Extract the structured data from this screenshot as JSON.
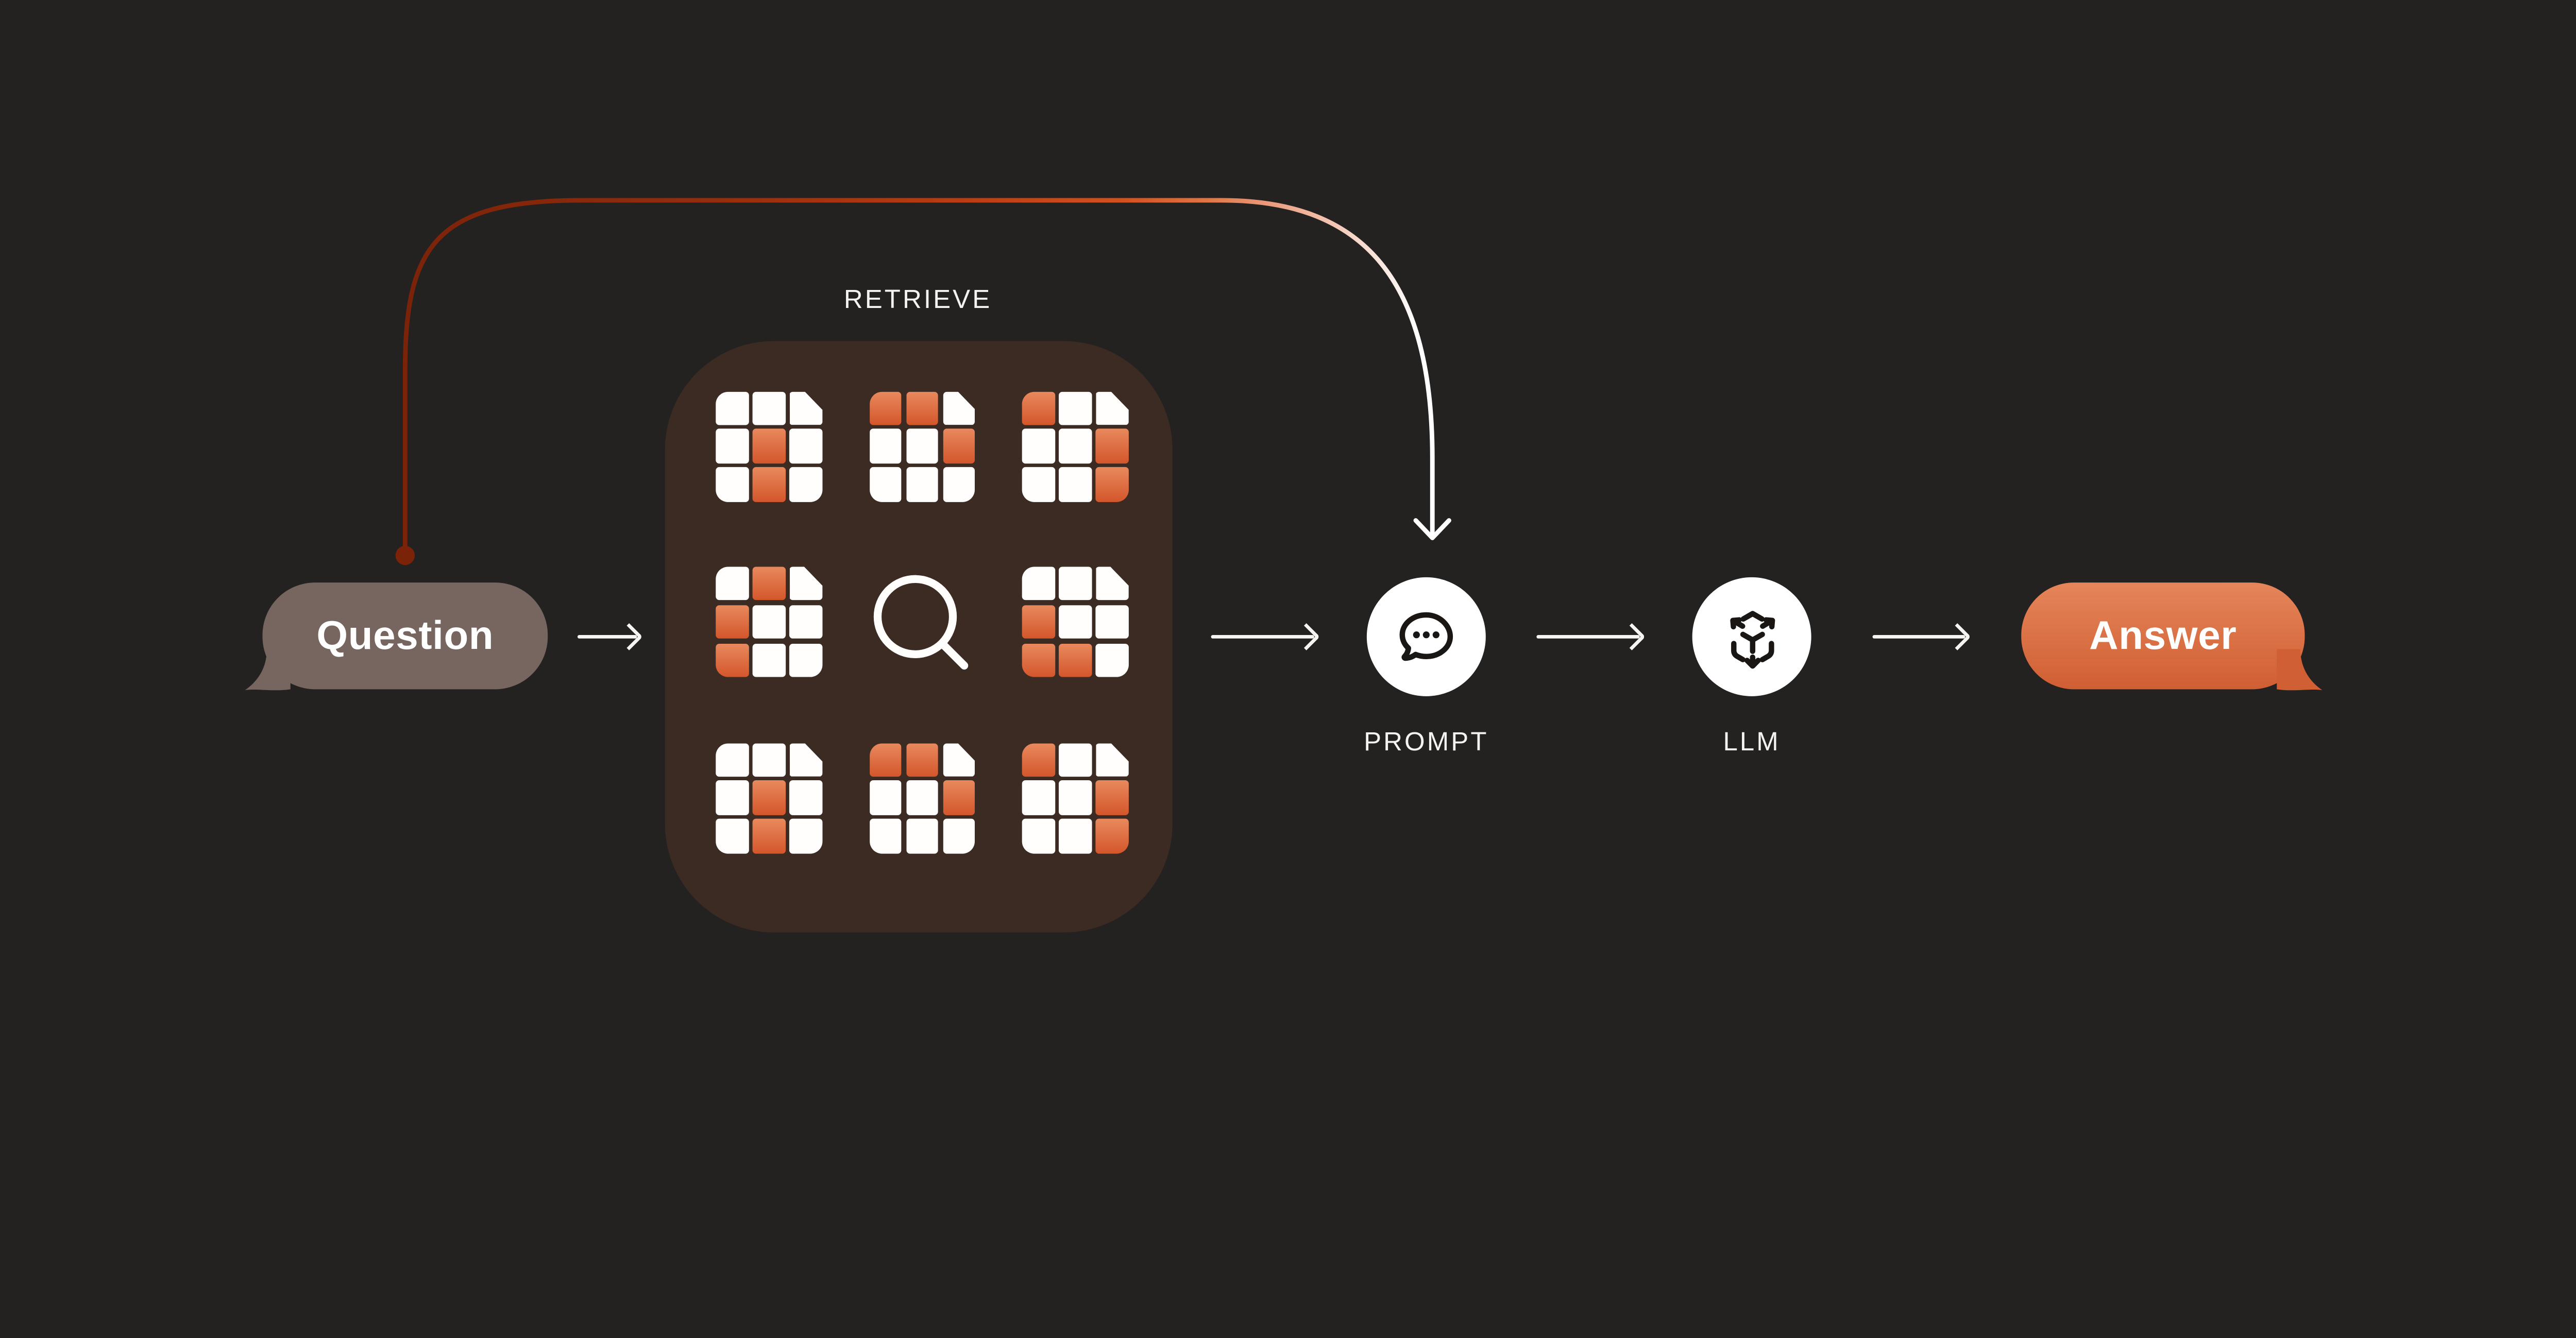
{
  "title": "RAG pipeline diagram",
  "colors": {
    "background": "#242221",
    "panel": "#3B2B23",
    "question_bubble": "#77655F",
    "answer_top": "#E5855A",
    "answer_bottom": "#D05F33",
    "doc_white": "#FFFEFC",
    "doc_orange_top": "#E8895D",
    "doc_orange_bottom": "#D4562B",
    "arrow": "#F7F5F2",
    "label": "#F5F2EF",
    "icon_dark": "#1A1613",
    "bypass_start": "#7A2309"
  },
  "nodes": {
    "question": {
      "label": "Question",
      "shape": "speech-bubble-left-tail"
    },
    "retrieve": {
      "label": "RETRIEVE",
      "center_icon": "magnifier-icon",
      "documents": [
        {
          "cells": [
            "w",
            "w",
            "w",
            "w",
            "o",
            "w",
            "w",
            "o",
            "w"
          ]
        },
        {
          "cells": [
            "o",
            "o",
            "w",
            "w",
            "w",
            "o",
            "w",
            "w",
            "w"
          ]
        },
        {
          "cells": [
            "o",
            "w",
            "w",
            "w",
            "w",
            "o",
            "w",
            "w",
            "o"
          ]
        },
        {
          "cells": [
            "w",
            "o",
            "w",
            "o",
            "w",
            "w",
            "o",
            "w",
            "w"
          ]
        },
        {
          "cells": [
            "w",
            "w",
            "w",
            "o",
            "w",
            "w",
            "o",
            "o",
            "w"
          ]
        },
        {
          "cells": [
            "w",
            "w",
            "w",
            "w",
            "o",
            "w",
            "w",
            "o",
            "w"
          ]
        },
        {
          "cells": [
            "o",
            "o",
            "w",
            "w",
            "w",
            "o",
            "w",
            "w",
            "w"
          ]
        },
        {
          "cells": [
            "o",
            "w",
            "w",
            "w",
            "w",
            "o",
            "w",
            "w",
            "o"
          ]
        }
      ]
    },
    "prompt": {
      "label": "PROMPT",
      "icon": "chat-bubble-icon"
    },
    "llm": {
      "label": "LLM",
      "icon": "cube-transparent-icon"
    },
    "answer": {
      "label": "Answer",
      "shape": "speech-bubble-right-tail"
    }
  },
  "connections": {
    "flow": [
      "question",
      "retrieve",
      "prompt",
      "llm",
      "answer"
    ],
    "bypass": {
      "from": "question",
      "to": "prompt",
      "style": "gradient-curve-with-dot-and-arrowhead"
    },
    "bypass_gradient": {
      "stops": [
        "#7A2309",
        "#962C0C",
        "#BC3D12",
        "#D4511F",
        "#E07544",
        "#ECA285",
        "#F6D3C4",
        "#FFFFFF"
      ],
      "offsets": [
        0,
        0.3,
        0.55,
        0.7,
        0.78,
        0.85,
        0.92,
        0.985
      ]
    }
  }
}
